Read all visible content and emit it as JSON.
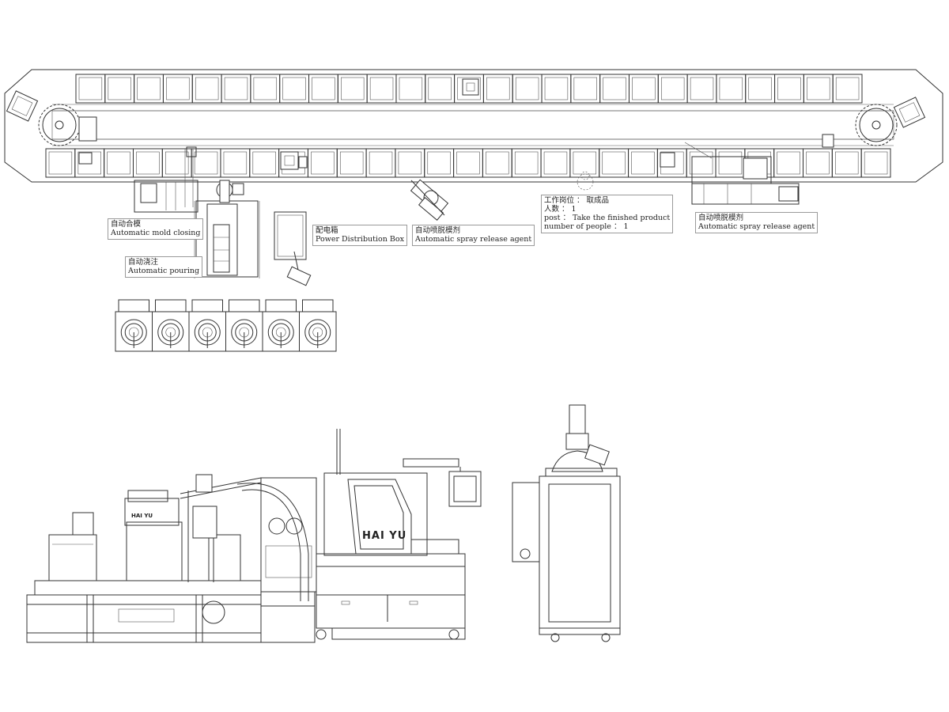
{
  "labels": {
    "mold_closing": {
      "cn": "自动合模",
      "en": "Automatic mold closing"
    },
    "pouring": {
      "cn": "自动浇注",
      "en": "Automatic pouring"
    },
    "power_box": {
      "cn": "配电箱",
      "en": "Power Distribution Box"
    },
    "spray_1": {
      "cn": "自动喷脱模剂",
      "en": "Automatic spray release agent"
    },
    "work_post": {
      "line1": "工作岗位 ： 取成品",
      "line2": "人数 ： 1",
      "line3": "post ： Take the finished product",
      "line4": "number of people ： 1"
    },
    "spray_2": {
      "cn": "自动喷脱模剂",
      "en": "Automatic spray release agent"
    }
  },
  "brand": {
    "logo_text": "HAI YU",
    "small_logo_text": "HAI YU"
  },
  "conveyor": {
    "top_row_molds": 27,
    "bottom_row_molds": 29
  },
  "tanks": {
    "count": 6
  },
  "colors": {
    "line": "#333333",
    "background": "#ffffff"
  }
}
